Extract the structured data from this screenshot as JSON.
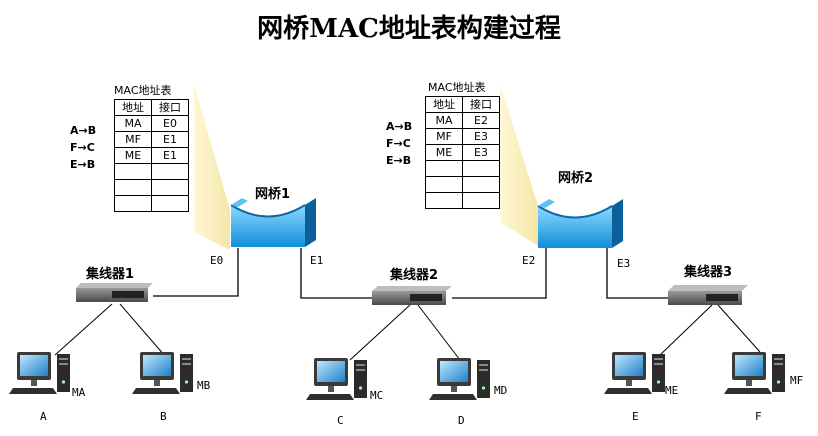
{
  "title": "网桥MAC地址表构建过程",
  "bridges": [
    {
      "name": "网桥1",
      "port_left": "E0",
      "port_right": "E1"
    },
    {
      "name": "网桥2",
      "port_left": "E2",
      "port_right": "E3"
    }
  ],
  "tables": [
    {
      "caption": "MAC地址表",
      "header": [
        "地址",
        "接口"
      ],
      "rows": [
        [
          "MA",
          "E0"
        ],
        [
          "MF",
          "E1"
        ],
        [
          "ME",
          "E1"
        ],
        [
          "",
          ""
        ],
        [
          "",
          ""
        ],
        [
          "",
          ""
        ]
      ],
      "flows": [
        "A→B",
        "F→C",
        "E→B"
      ]
    },
    {
      "caption": "MAC地址表",
      "header": [
        "地址",
        "接口"
      ],
      "rows": [
        [
          "MA",
          "E2"
        ],
        [
          "MF",
          "E3"
        ],
        [
          "ME",
          "E3"
        ],
        [
          "",
          ""
        ],
        [
          "",
          ""
        ],
        [
          "",
          ""
        ]
      ],
      "flows": [
        "A→B",
        "F→C",
        "E→B"
      ]
    }
  ],
  "hubs": [
    "集线器1",
    "集线器2",
    "集线器3"
  ],
  "hosts": [
    {
      "mac": "MA",
      "name": "A"
    },
    {
      "mac": "MB",
      "name": "B"
    },
    {
      "mac": "MC",
      "name": "C"
    },
    {
      "mac": "MD",
      "name": "D"
    },
    {
      "mac": "ME",
      "name": "E"
    },
    {
      "mac": "MF",
      "name": "F"
    }
  ]
}
